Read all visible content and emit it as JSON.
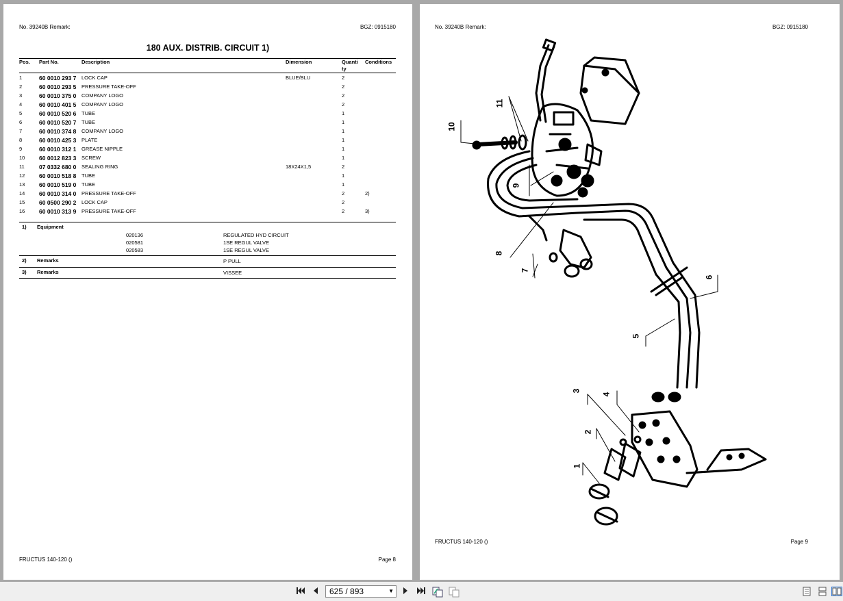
{
  "left_page": {
    "header_left": "No. 39240B   Remark:",
    "header_right": "BGZ: 0915180",
    "title": "180 AUX. DISTRIB. CIRCUIT  1)",
    "columns": [
      "Pos.",
      "Part No.",
      "Description",
      "Dimension",
      "Quanti ty",
      "Conditions"
    ],
    "rows": [
      {
        "pos": "1",
        "part": "60 0010 293 7",
        "desc": "LOCK CAP",
        "dim": "BLUE/BLU",
        "qty": "2",
        "cond": ""
      },
      {
        "pos": "2",
        "part": "60 0010 293 5",
        "desc": "PRESSURE TAKE-OFF",
        "dim": "",
        "qty": "2",
        "cond": ""
      },
      {
        "pos": "3",
        "part": "60 0010 375 0",
        "desc": "COMPANY LOGO",
        "dim": "",
        "qty": "2",
        "cond": ""
      },
      {
        "pos": "4",
        "part": "60 0010 401 5",
        "desc": "COMPANY LOGO",
        "dim": "",
        "qty": "2",
        "cond": ""
      },
      {
        "pos": "5",
        "part": "60 0010 520 6",
        "desc": "TUBE",
        "dim": "",
        "qty": "1",
        "cond": ""
      },
      {
        "pos": "6",
        "part": "60 0010 520 7",
        "desc": "TUBE",
        "dim": "",
        "qty": "1",
        "cond": ""
      },
      {
        "pos": "7",
        "part": "60 0010 374 8",
        "desc": "COMPANY LOGO",
        "dim": "",
        "qty": "1",
        "cond": ""
      },
      {
        "pos": "8",
        "part": "60 0010 425 3",
        "desc": "PLATE",
        "dim": "",
        "qty": "1",
        "cond": ""
      },
      {
        "pos": "9",
        "part": "60 0010 312 1",
        "desc": "GREASE NIPPLE",
        "dim": "",
        "qty": "1",
        "cond": ""
      },
      {
        "pos": "10",
        "part": "60 0012 823 3",
        "desc": "SCREW",
        "dim": "",
        "qty": "1",
        "cond": ""
      },
      {
        "pos": "11",
        "part": "07 0332 680 0",
        "desc": "SEALING RING",
        "dim": "18X24X1,5",
        "qty": "2",
        "cond": ""
      },
      {
        "pos": "12",
        "part": "60 0010 518 8",
        "desc": "TUBE",
        "dim": "",
        "qty": "1",
        "cond": ""
      },
      {
        "pos": "13",
        "part": "60 0010 519 0",
        "desc": "TUBE",
        "dim": "",
        "qty": "1",
        "cond": ""
      },
      {
        "pos": "14",
        "part": "60 0010 314 0",
        "desc": "PRESSURE TAKE-OFF",
        "dim": "",
        "qty": "2",
        "cond": "2)"
      },
      {
        "pos": "15",
        "part": "60 0500 290 2",
        "desc": "LOCK CAP",
        "dim": "",
        "qty": "2",
        "cond": ""
      },
      {
        "pos": "16",
        "part": "60 0010 313 9",
        "desc": "PRESSURE TAKE-OFF",
        "dim": "",
        "qty": "2",
        "cond": "3)"
      }
    ],
    "notes": {
      "equipment_no": "1)",
      "equipment_label": "Equipment",
      "equipment_items": [
        {
          "code": "020136",
          "text": "REGULATED HYD CIRCUIT"
        },
        {
          "code": "020581",
          "text": "1SE REGUL VALVE"
        },
        {
          "code": "020583",
          "text": "1SE REGUL VALVE"
        }
      ],
      "remark2_no": "2)",
      "remark2_label": "Remarks",
      "remark2_text": "P PULL",
      "remark3_no": "3)",
      "remark3_label": "Remarks",
      "remark3_text": "VISSEE"
    },
    "footer_left": "FRUCTUS 140-120 ()",
    "footer_right": "Page 8"
  },
  "right_page": {
    "header_left": "No. 39240B   Remark:",
    "header_right": "BGZ: 0915180",
    "callouts": [
      "1",
      "2",
      "3",
      "4",
      "5",
      "6",
      "7",
      "8",
      "9",
      "10",
      "11"
    ],
    "footer_left": "FRUCTUS 140-120 ()",
    "footer_right": "Page 9"
  },
  "toolbar": {
    "page_indicator": "625 / 893",
    "icons": [
      "first-page-icon",
      "prev-page-icon",
      "next-page-icon",
      "last-page-icon",
      "copy-icon",
      "paste-icon",
      "single-page-view-icon",
      "continuous-view-icon",
      "two-page-view-icon"
    ]
  }
}
